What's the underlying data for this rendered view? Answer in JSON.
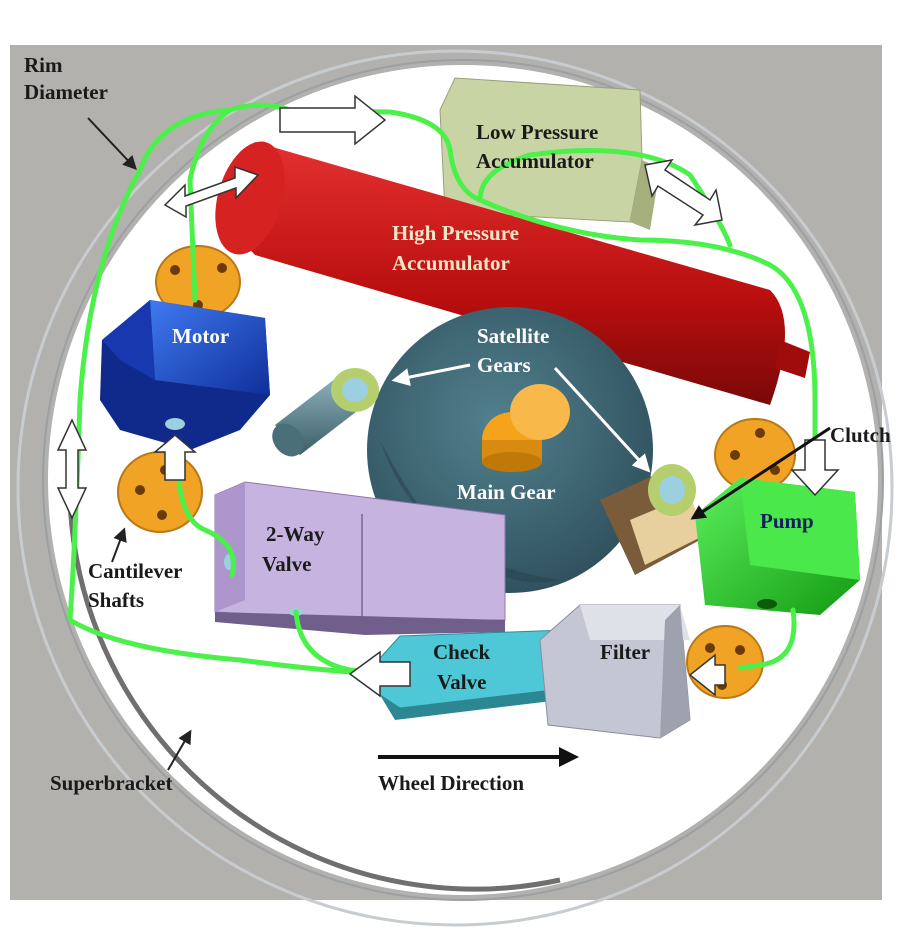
{
  "colors": {
    "background_panel": "#b3b1ae",
    "wheel_face": "#ffffff",
    "hydraulic_line": "#4cf04a",
    "hp_accumulator": "#d11515",
    "lp_accumulator": "#c9d4a4",
    "motor": "#1f4fd0",
    "pump": "#22cc22",
    "valve_2way": "#c7b3e0",
    "check_valve": "#4ec7d6",
    "filter": "#c4c7d3",
    "main_gear_disc": "#3f6675",
    "gear_center": "#f5a21c",
    "bearing_plate": "#f0a324"
  },
  "labels": {
    "rim_diameter": [
      "Rim",
      "Diameter"
    ],
    "low_pressure_accumulator": [
      "Low Pressure",
      "Accumulator"
    ],
    "high_pressure_accumulator": [
      "High Pressure",
      "Accumulator"
    ],
    "motor": "Motor",
    "satellite_gears": [
      "Satellite",
      "Gears"
    ],
    "clutch": "Clutch",
    "main_gear": "Main Gear",
    "pump": "Pump",
    "two_way_valve": [
      "2-Way",
      "Valve"
    ],
    "cantilever_shafts": [
      "Cantilever",
      "Shafts"
    ],
    "check_valve": [
      "Check",
      "Valve"
    ],
    "filter": "Filter",
    "superbracket": "Superbracket",
    "wheel_direction": "Wheel Direction"
  }
}
